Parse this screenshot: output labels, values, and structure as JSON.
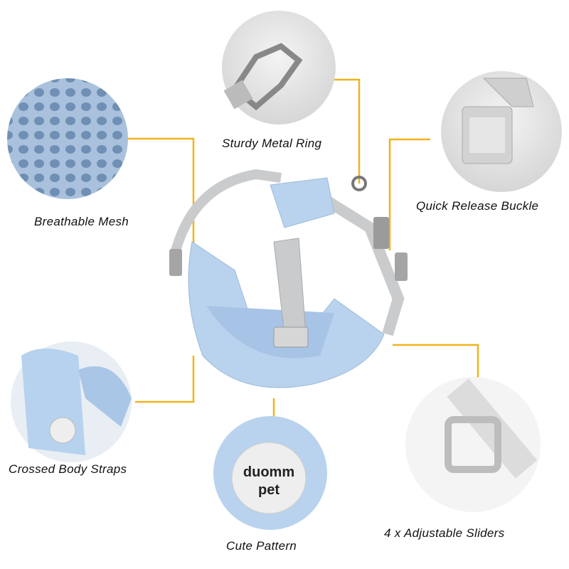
{
  "colors": {
    "callout_line": "#f2b21c",
    "harness_blue": "#b9d3ee",
    "strap_gray": "#c9cbcd"
  },
  "features": {
    "mesh": "Breathable Mesh",
    "ring": "Sturdy Metal Ring",
    "buckle": "Quick Release Buckle",
    "straps": "Crossed Body Straps",
    "pattern": "Cute Pattern",
    "sliders": "4 x Adjustable Sliders"
  },
  "logo_text": "duomm pet"
}
